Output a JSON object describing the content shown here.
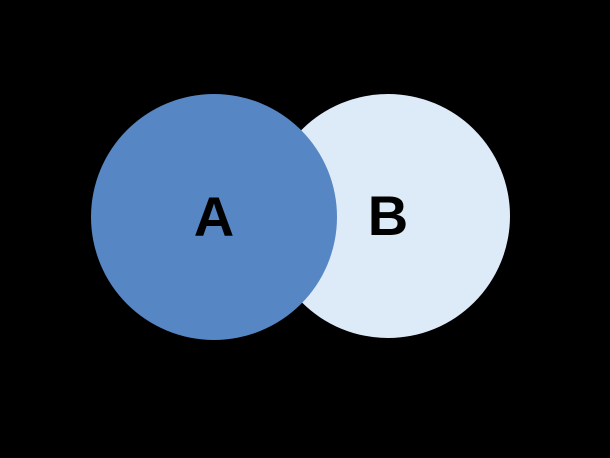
{
  "diagram": {
    "type": "venn",
    "background_color": "#000000",
    "sets": [
      {
        "id": "A",
        "label": "A",
        "fill_color": "#5686C3",
        "label_color": "#000000",
        "z_order": "front"
      },
      {
        "id": "B",
        "label": "B",
        "fill_color": "#DDEAF8",
        "label_color": "#000000",
        "z_order": "back"
      }
    ],
    "overlap": "circle A overlaps left edge of circle B; overlap region shows A's fill"
  }
}
